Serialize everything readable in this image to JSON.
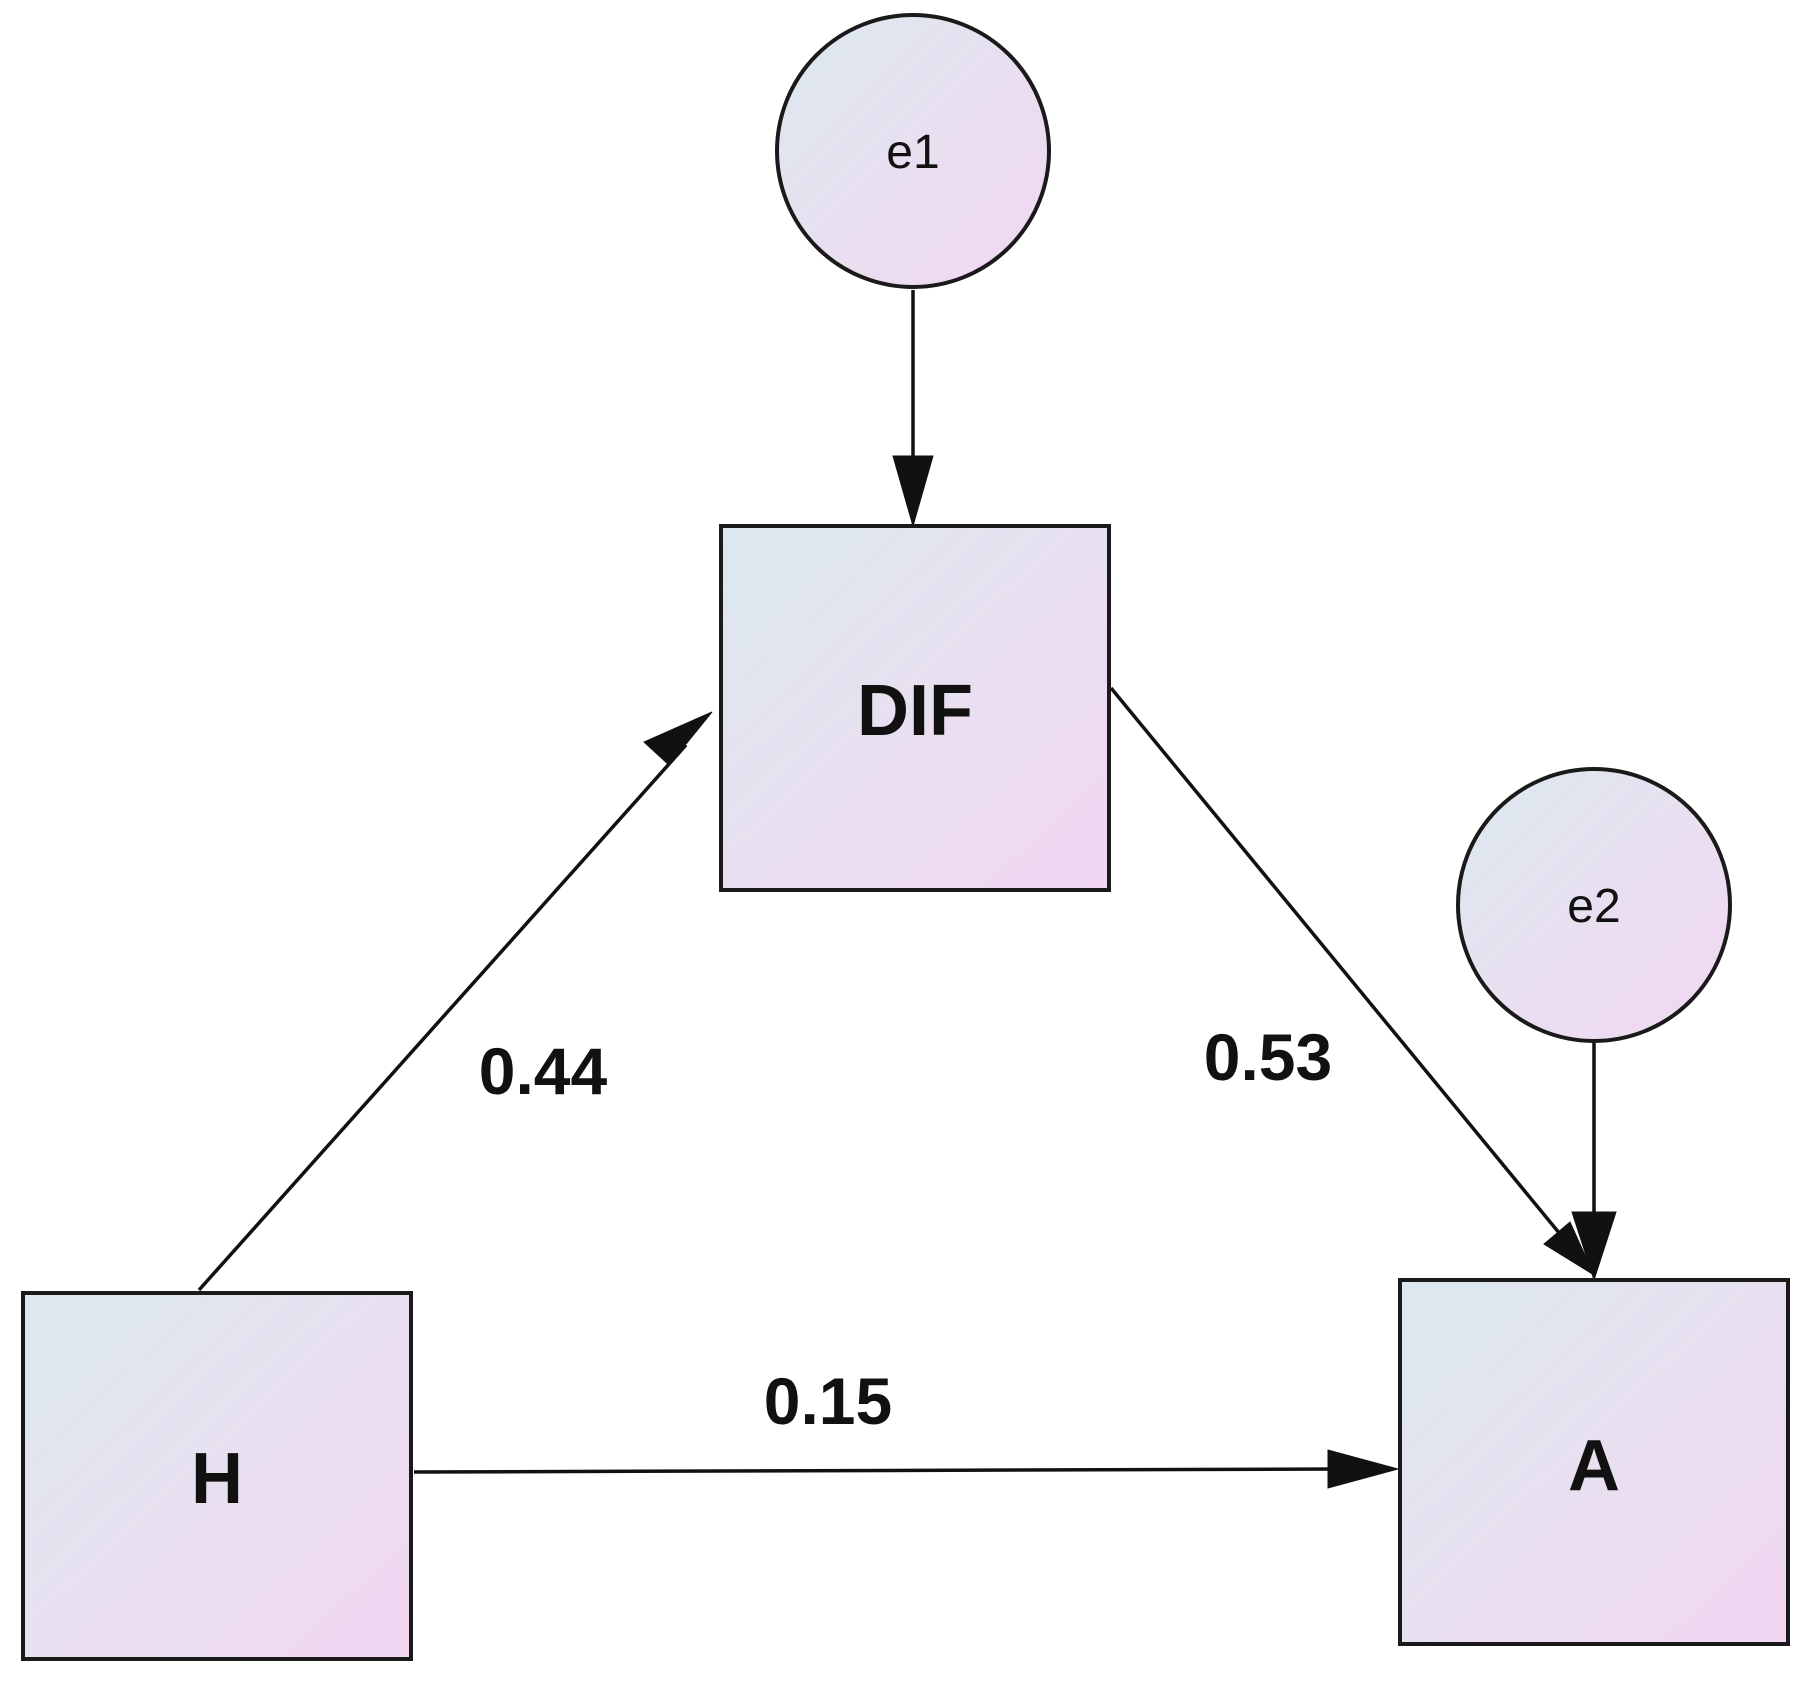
{
  "diagram": {
    "colors": {
      "fill_start": "#dbe9ee",
      "fill_mid": "#e8e0f0",
      "fill_end": "#f2d6f2",
      "stroke": "#1a1a1a"
    },
    "nodes": {
      "dif": {
        "label": "DIF",
        "kind": "observed"
      },
      "h": {
        "label": "H",
        "kind": "observed"
      },
      "a": {
        "label": "A",
        "kind": "observed"
      },
      "e1": {
        "label": "e1",
        "kind": "error"
      },
      "e2": {
        "label": "e2",
        "kind": "error"
      }
    },
    "paths": {
      "h_to_dif": {
        "from": "H",
        "to": "DIF",
        "coefficient": "0.44"
      },
      "dif_to_a": {
        "from": "DIF",
        "to": "A",
        "coefficient": "0.53"
      },
      "h_to_a": {
        "from": "H",
        "to": "A",
        "coefficient": "0.15"
      },
      "e1_to_dif": {
        "from": "e1",
        "to": "DIF"
      },
      "e2_to_a": {
        "from": "e2",
        "to": "A"
      }
    }
  }
}
